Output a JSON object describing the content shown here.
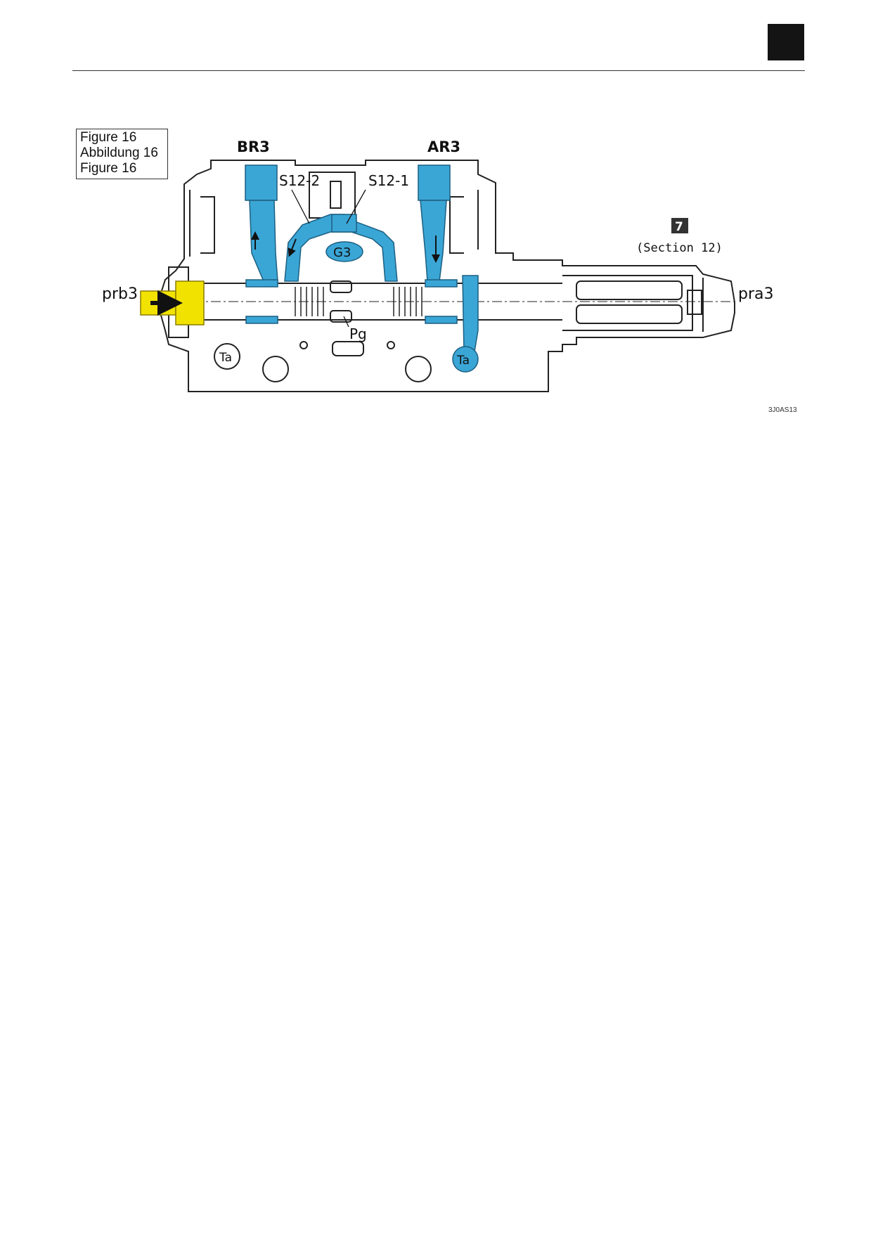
{
  "figure_caption": [
    "Figure 16",
    "Abbildung 16",
    "Figure 16"
  ],
  "ports": {
    "br3": "BR3",
    "ar3": "AR3",
    "s12_2": "S12-2",
    "s12_1": "S12-1",
    "g3": "G3",
    "pg": "Pg",
    "ta_left": "Ta",
    "ta_right": "Ta",
    "prb3": "prb3",
    "pra3": "pra3"
  },
  "callout": {
    "number": "7",
    "text": "(Section 12)"
  },
  "reference_code": "3J0AS13",
  "colors": {
    "oil_flow": "#3aa6d6",
    "pilot_pressure": "#f2e200",
    "outline": "#222222",
    "callout_bg": "#333333"
  }
}
